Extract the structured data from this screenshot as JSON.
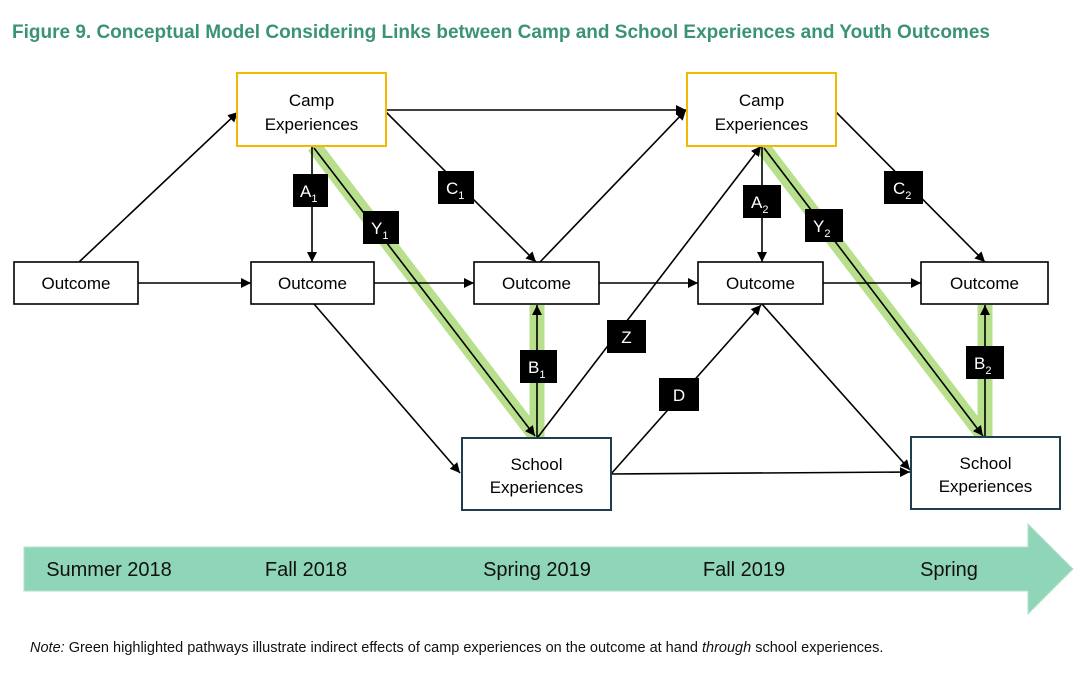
{
  "title": "Figure 9. Conceptual Model Considering Links between Camp and School Experiences and Youth Outcomes",
  "colors": {
    "title": "#3a9474",
    "camp_border": "#f5b800",
    "school_border": "#1e3d4f",
    "highlight": "#b8e08c",
    "timeline": "#8fd5b8"
  },
  "boxes": {
    "camp1": [
      "Camp",
      "Experiences"
    ],
    "camp2": [
      "Camp",
      "Experiences"
    ],
    "out0": "Outcome",
    "out1": "Outcome",
    "out2": "Outcome",
    "out3": "Outcome",
    "out4": "Outcome",
    "school1": [
      "School",
      "Experiences"
    ],
    "school2": [
      "School",
      "Experiences"
    ]
  },
  "labels": {
    "A1": {
      "main": "A",
      "sub": "1"
    },
    "A2": {
      "main": "A",
      "sub": "2"
    },
    "C1": {
      "main": "C",
      "sub": "1"
    },
    "C2": {
      "main": "C",
      "sub": "2"
    },
    "Y1": {
      "main": "Y",
      "sub": "1"
    },
    "Y2": {
      "main": "Y",
      "sub": "2"
    },
    "B1": {
      "main": "B",
      "sub": "1"
    },
    "B2": {
      "main": "B",
      "sub": "2"
    },
    "Z": {
      "main": "Z",
      "sub": ""
    },
    "D": {
      "main": "D",
      "sub": ""
    }
  },
  "timeline": [
    "Summer 2018",
    "Fall 2018",
    "Spring 2019",
    "Fall 2019",
    "Spring"
  ],
  "note": {
    "prefix": "Note:",
    "text1": " Green highlighted pathways illustrate indirect effects of camp experiences on the outcome at hand ",
    "emph": "through",
    "text2": " school experiences."
  }
}
